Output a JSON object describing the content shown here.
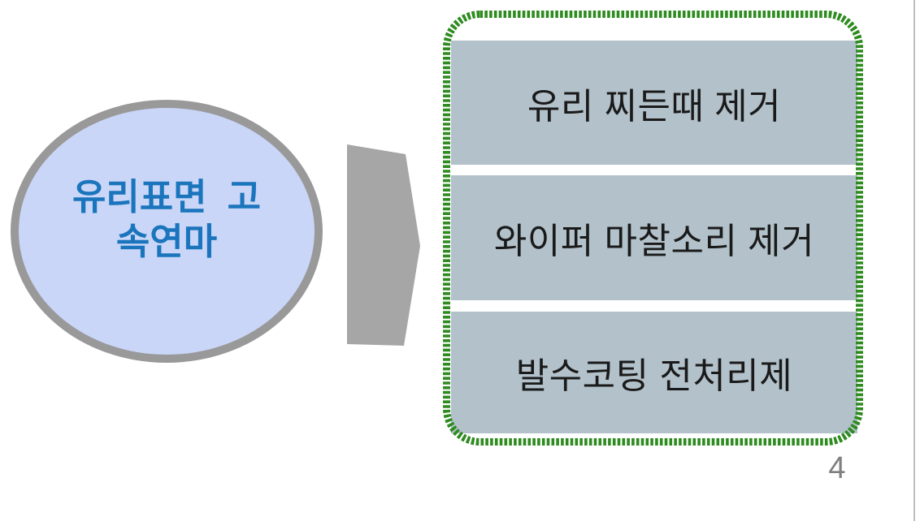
{
  "page": {
    "number": "4",
    "background_color": "#ffffff",
    "edge_line_color": "#bdbdbd"
  },
  "ellipse": {
    "label": "유리표면  고속연마",
    "line1": "유리표면  고",
    "line2": "속연마",
    "fill_color": "#c9d6f8",
    "border_color": "#999999",
    "text_color": "#1b75bc"
  },
  "arrow": {
    "direction": "right",
    "color": "#a6a6a6"
  },
  "benefits_group": {
    "border_color": "#2e8b1f",
    "border_style": "dashed",
    "box_fill_color": "#b2c1ca",
    "text_color": "#1a1a1a",
    "items": [
      {
        "label": "유리 찌든때 제거"
      },
      {
        "label": "와이퍼 마찰소리 제거"
      },
      {
        "label": "발수코팅 전처리제"
      }
    ]
  }
}
